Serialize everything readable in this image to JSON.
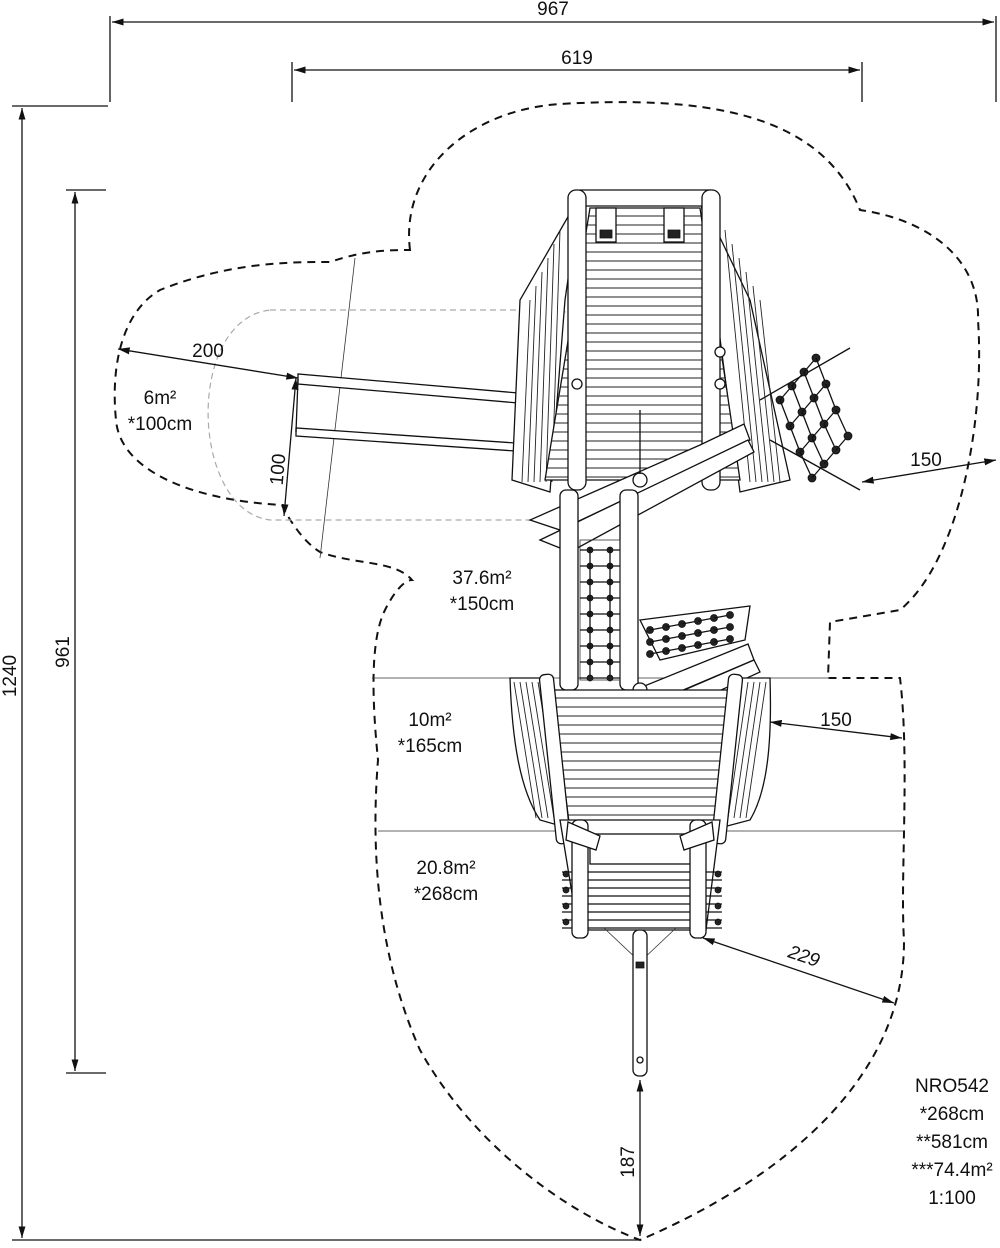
{
  "dimensions": {
    "overall_width": "967",
    "structure_width": "619",
    "overall_height": "1240",
    "structure_height": "961",
    "slide_zone_length": "200",
    "slide_zone_width": "100",
    "net_clearance": "150",
    "hull_clearance": "150",
    "bow_clearance": "229",
    "bowsprit_clearance": "187"
  },
  "zones": {
    "slide_area": "6m²",
    "slide_height": "*100cm",
    "upper_area": "37.6m²",
    "upper_height": "*150cm",
    "mid_area": "10m²",
    "mid_height": "*165cm",
    "bow_area": "20.8m²",
    "bow_height": "*268cm"
  },
  "info": {
    "product_code": "NRO542",
    "max_height": "*268cm",
    "total_length": "**581cm",
    "total_area": "***74.4m²",
    "scale": "1:100"
  }
}
